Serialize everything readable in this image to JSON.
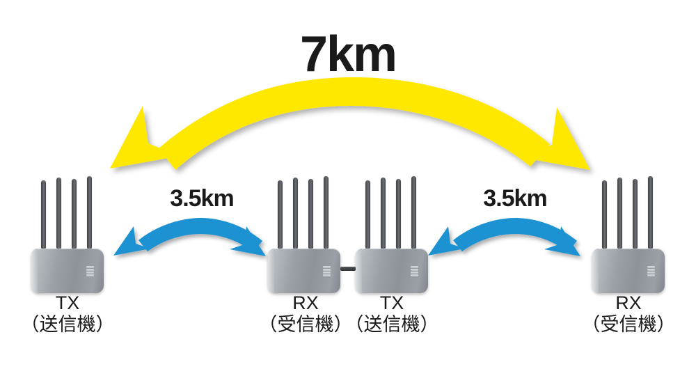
{
  "diagram": {
    "title_label": "7km",
    "background_color": "#ffffff",
    "main_arrow_color": "#FFE800",
    "segment_arrow_color": "#1c92d2",
    "device_body_color": "#9aa0a6",
    "antenna_color": "#4a4d52",
    "text_color": "#1a1a1a"
  },
  "distances": {
    "total": "7km",
    "left_segment": "3.5km",
    "right_segment": "3.5km"
  },
  "devices": [
    {
      "id": "tx-left",
      "code": "TX",
      "name": "（送信機）",
      "antennas": 4
    },
    {
      "id": "rx-mid",
      "code": "RX",
      "name": "（受信機）",
      "antennas": 4
    },
    {
      "id": "tx-mid",
      "code": "TX",
      "name": "（送信機）",
      "antennas": 4
    },
    {
      "id": "rx-right",
      "code": "RX",
      "name": "（受信機）",
      "antennas": 4
    }
  ]
}
